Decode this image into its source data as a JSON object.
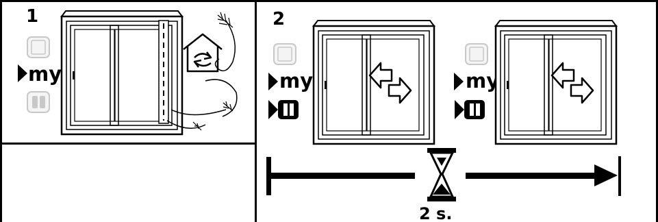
{
  "panel1": {
    "step_number": "1",
    "remote": {
      "my_label": "my"
    },
    "icons": [
      "window-icon",
      "ventilation-house-icon",
      "airflow-icon"
    ]
  },
  "panel2": {
    "step_number": "2",
    "remotes": [
      {
        "my_label": "my"
      },
      {
        "my_label": "my"
      }
    ],
    "duration_label": "2 s.",
    "icons": [
      "window-icon",
      "double-arrow-icon",
      "hourglass-icon",
      "timeline-arrow-icon"
    ]
  }
}
